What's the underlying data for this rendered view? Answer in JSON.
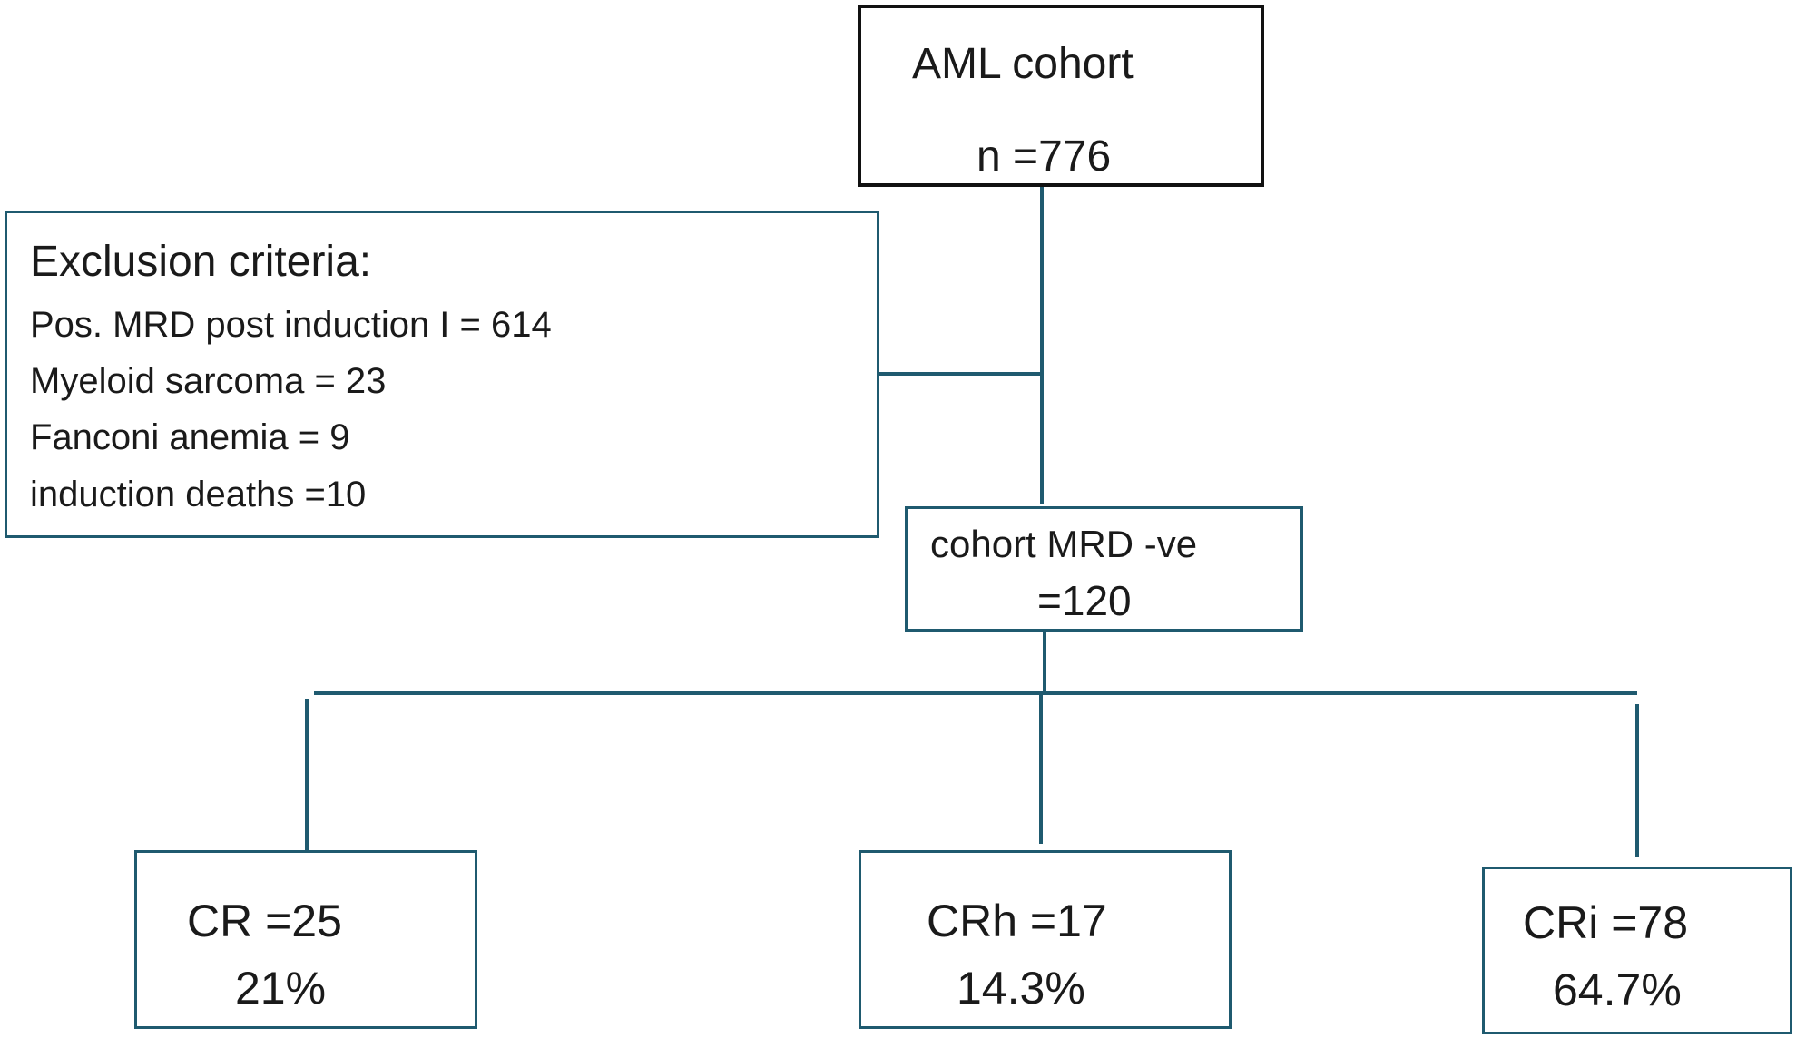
{
  "cohort_box": {
    "title": "AML cohort",
    "count": "n =776"
  },
  "exclusion_box": {
    "heading": "Exclusion criteria:",
    "items": [
      "Pos. MRD post induction I = 614",
      "Myeloid sarcoma = 23",
      "Fanconi anemia = 9",
      "induction deaths =10"
    ]
  },
  "mrd_box": {
    "title": "cohort MRD -ve",
    "count": "=120"
  },
  "outcomes": [
    {
      "label": "CR  =25",
      "percent": "21%"
    },
    {
      "label": "CRh =17",
      "percent": "14.3%"
    },
    {
      "label": "CRi  =78",
      "percent": "64.7%"
    }
  ],
  "colors": {
    "connector": "#1f5a6f",
    "top_box_border": "#111111",
    "box_border": "#1f5a6f",
    "text": "#1a1a1a"
  }
}
